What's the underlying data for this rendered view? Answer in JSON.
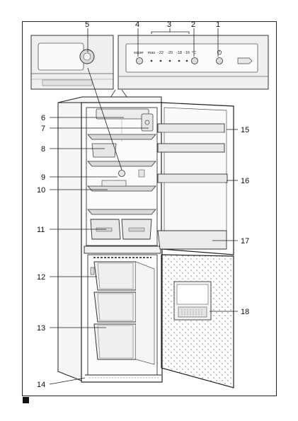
{
  "callouts": {
    "c1": "1",
    "c2": "2",
    "c3": "3",
    "c4": "4",
    "c5": "5",
    "c6": "6",
    "c7": "7",
    "c8": "8",
    "c9": "9",
    "c10": "10",
    "c11": "11",
    "c12": "12",
    "c13": "13",
    "c14": "14",
    "c15": "15",
    "c16": "16",
    "c17": "17",
    "c18": "18"
  },
  "control_panel": {
    "super_label": "super",
    "scale": [
      "max",
      "-22",
      "-20",
      "-18",
      "-16",
      "°C"
    ]
  },
  "colors": {
    "line": "#222222",
    "shelf": "#bfbfbf",
    "inset_fill": "#eeeeee",
    "door_dot": "#9a9a9a"
  },
  "icons": {
    "power": "power-icon",
    "mark": "black-square-mark"
  }
}
